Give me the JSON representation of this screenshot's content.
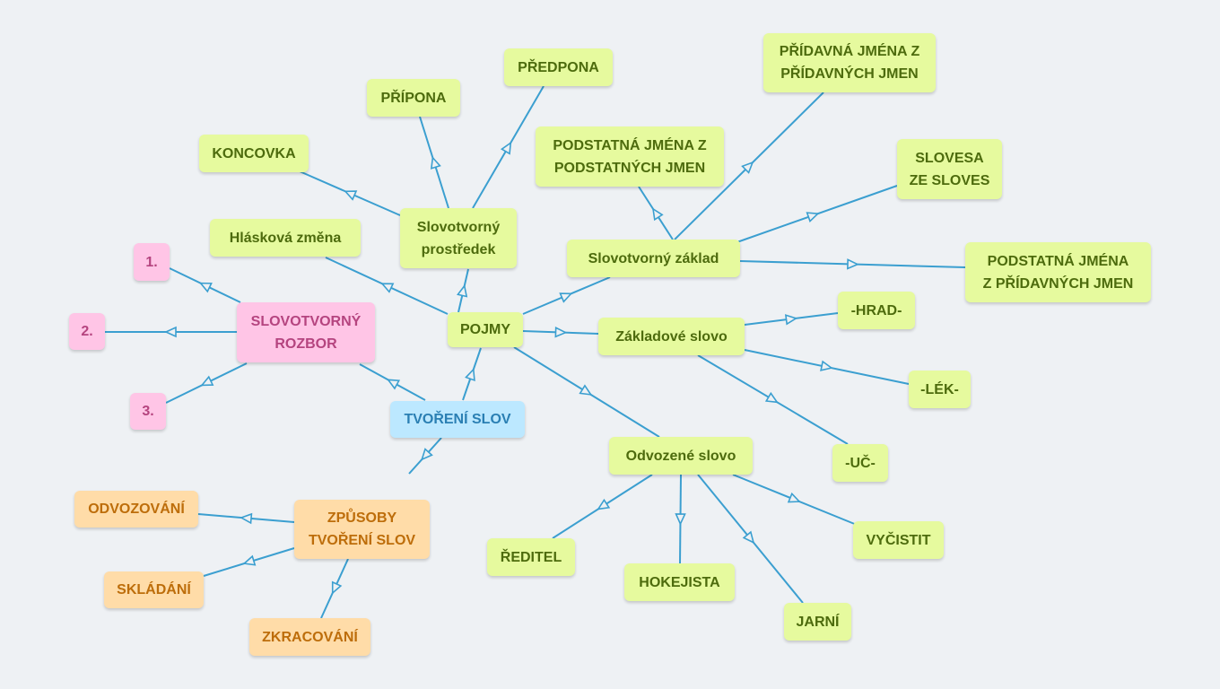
{
  "colors": {
    "background": "#eef1f4",
    "edge": "#3b9fd0",
    "green_fill": "#e6fa9e",
    "green_text": "#4d6b0d",
    "pink_fill": "#ffc5e6",
    "pink_text": "#b5447f",
    "blue_fill": "#bce8ff",
    "blue_text": "#2a7fb3",
    "orange_fill": "#ffdca8",
    "orange_text": "#bd6d0a"
  },
  "nodes": {
    "tvoreni_slov": "TVOŘENÍ SLOV",
    "pojmy": "POJMY",
    "slovotvorny_rozbor": "SLOVOTVORNÝ\nROZBOR",
    "rozbor_1": "1.",
    "rozbor_2": "2.",
    "rozbor_3": "3.",
    "zpusoby_tvoreni_slov": "ZPŮSOBY\nTVOŘENÍ SLOV",
    "odvozovani": "ODVOZOVÁNÍ",
    "skladani": "SKLÁDÁNÍ",
    "zkracovani": "ZKRACOVÁNÍ",
    "hlaskova_zmena": "Hlásková změna",
    "slovotvorny_prostredek": "Slovotvorný\nprostředek",
    "koncovka": "KONCOVKA",
    "pripona": "PŘÍPONA",
    "predpona": "PŘEDPONA",
    "slovotvorny_zaklad": "Slovotvorný základ",
    "podstatna_z_podstatnych": "PODSTATNÁ JMÉNA Z\nPODSTATNÝCH JMEN",
    "pridavna_z_pridavnych": "PŘÍDAVNÁ JMÉNA Z\nPŘÍDAVNÝCH JMEN",
    "slovesa_ze_sloves": "SLOVESA\nZE SLOVES",
    "podstatna_z_pridavnych": "PODSTATNÁ JMÉNA\nZ PŘÍDAVNÝCH JMEN",
    "zakladove_slovo": "Základové slovo",
    "hrad": "-HRAD-",
    "lek": "-LÉK-",
    "uc": "-UČ-",
    "odvozene_slovo": "Odvozené slovo",
    "reditel": "ŘEDITEL",
    "hokejista": "HOKEJISTA",
    "jarni": "JARNÍ",
    "vycistit": "VYČISTIT"
  }
}
